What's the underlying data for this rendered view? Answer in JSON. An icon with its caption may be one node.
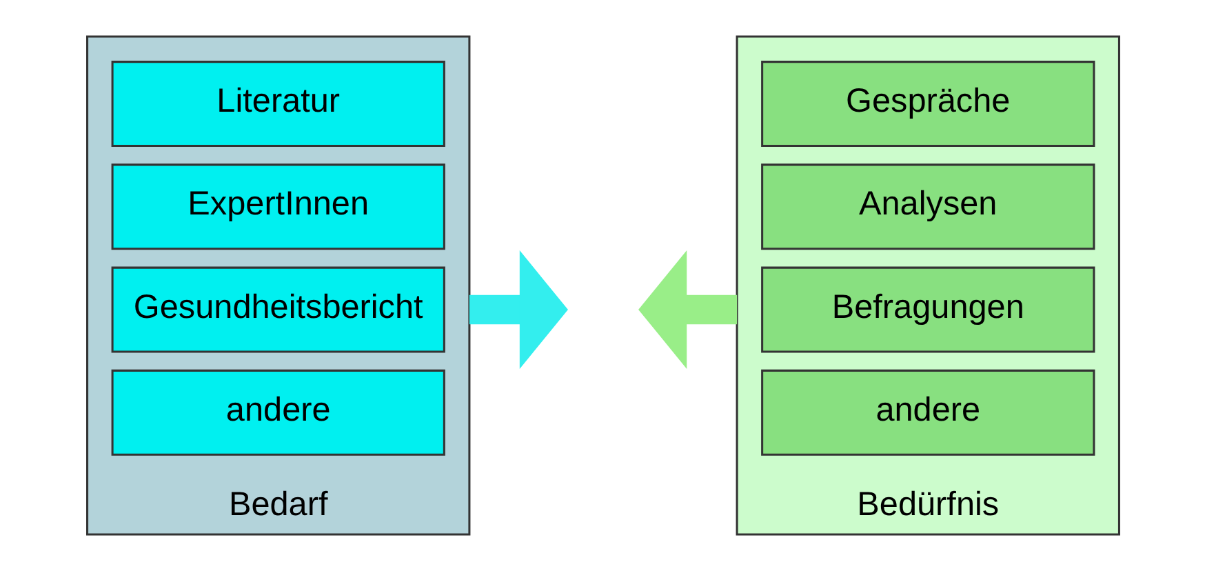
{
  "diagram": {
    "nodes": [
      {
        "text": [
          "Bedarf"
        ]
      },
      {
        "text": [
          "Literatur"
        ],
        "in": 0
      },
      {
        "text": [
          "ExpertInnen"
        ],
        "in": 0
      },
      {
        "text": [
          "Gesundheitsbericht"
        ],
        "in": 0
      },
      {
        "text": [
          "andere"
        ],
        "in": 0
      },
      {
        "text": [
          "Bedürfnis"
        ]
      },
      {
        "text": [
          "Gespräche"
        ],
        "in": 5
      },
      {
        "text": [
          "Analysen"
        ],
        "in": 5
      },
      {
        "text": [
          "Befragungen"
        ],
        "in": 5
      },
      {
        "text": [
          "andere"
        ],
        "in": 5
      }
    ],
    "edges": [
      {
        "from": 0,
        "to": null,
        "arrow": "to",
        "color": "#33eeee"
      },
      {
        "from": 5,
        "to": null,
        "arrow": "to",
        "color": "#99ee88"
      }
    ]
  }
}
